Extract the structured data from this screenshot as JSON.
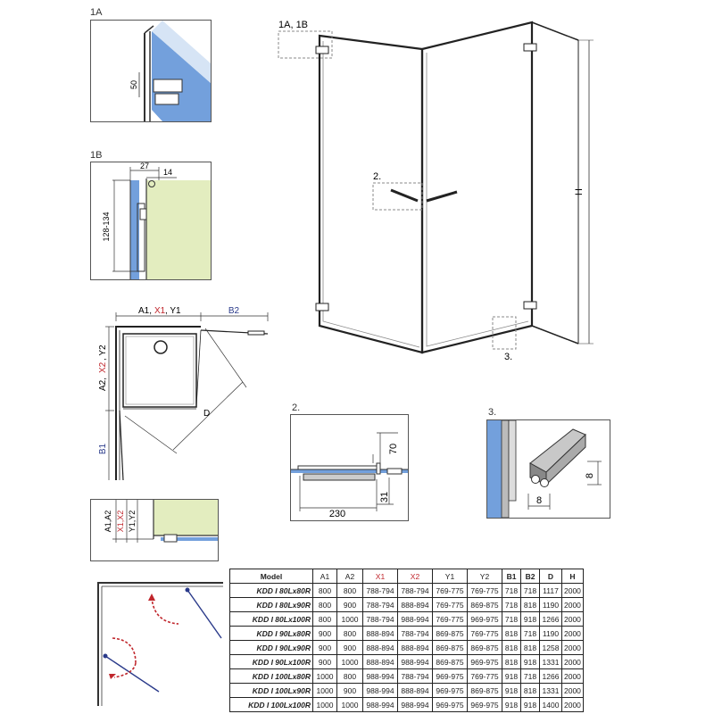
{
  "labels": {
    "d1a": "1A",
    "d1b": "1B",
    "main_1a1b": "1A, 1B",
    "main_2": "2.",
    "main_3": "3.",
    "main_h": "H",
    "d2": "2.",
    "d3": "3."
  },
  "dims": {
    "d1a_50": "50",
    "d1b_27": "27",
    "d1b_14": "14",
    "d1b_128": "128-134",
    "d2_70": "70",
    "d2_31": "31",
    "d2_230": "230",
    "d3_8a": "8",
    "d3_8b": "8",
    "plan_d": "D",
    "plan_b1": "B1",
    "plan_b2": "B2"
  },
  "plan_top": {
    "a1": "A1, ",
    "x1": "X1",
    "y1": ", Y1"
  },
  "plan_left": {
    "a2": "A2, ",
    "x2": "X2",
    "y2": ", Y2"
  },
  "det4": {
    "a": "A1,A2",
    "x": "X1,X2",
    "y": "Y1,Y2"
  },
  "colors": {
    "red": "#c0262c",
    "blue": "#2a3a8a",
    "glass": "#5b8fd6",
    "wall": "#e3edbf"
  },
  "table": {
    "headers": [
      "Model",
      "A1",
      "A2",
      "X1",
      "X2",
      "Y1",
      "Y2",
      "B1",
      "B2",
      "D",
      "H"
    ],
    "rows": [
      [
        "KDD I 80Lx80R",
        "800",
        "800",
        "788-794",
        "788-794",
        "769-775",
        "769-775",
        "718",
        "718",
        "1117",
        "2000"
      ],
      [
        "KDD I 80Lx90R",
        "800",
        "900",
        "788-794",
        "888-894",
        "769-775",
        "869-875",
        "718",
        "818",
        "1190",
        "2000"
      ],
      [
        "KDD I 80Lx100R",
        "800",
        "1000",
        "788-794",
        "988-994",
        "769-775",
        "969-975",
        "718",
        "918",
        "1266",
        "2000"
      ],
      [
        "KDD I 90Lx80R",
        "900",
        "800",
        "888-894",
        "788-794",
        "869-875",
        "769-775",
        "818",
        "718",
        "1190",
        "2000"
      ],
      [
        "KDD I 90Lx90R",
        "900",
        "900",
        "888-894",
        "888-894",
        "869-875",
        "869-875",
        "818",
        "818",
        "1258",
        "2000"
      ],
      [
        "KDD I 90Lx100R",
        "900",
        "1000",
        "888-894",
        "988-994",
        "869-875",
        "969-975",
        "818",
        "918",
        "1331",
        "2000"
      ],
      [
        "KDD I 100Lx80R",
        "1000",
        "800",
        "988-994",
        "788-794",
        "969-975",
        "769-775",
        "918",
        "718",
        "1266",
        "2000"
      ],
      [
        "KDD I 100Lx90R",
        "1000",
        "900",
        "988-994",
        "888-894",
        "969-975",
        "869-875",
        "918",
        "818",
        "1331",
        "2000"
      ],
      [
        "KDD I 100Lx100R",
        "1000",
        "1000",
        "988-994",
        "988-994",
        "969-975",
        "969-975",
        "918",
        "918",
        "1400",
        "2000"
      ]
    ]
  }
}
